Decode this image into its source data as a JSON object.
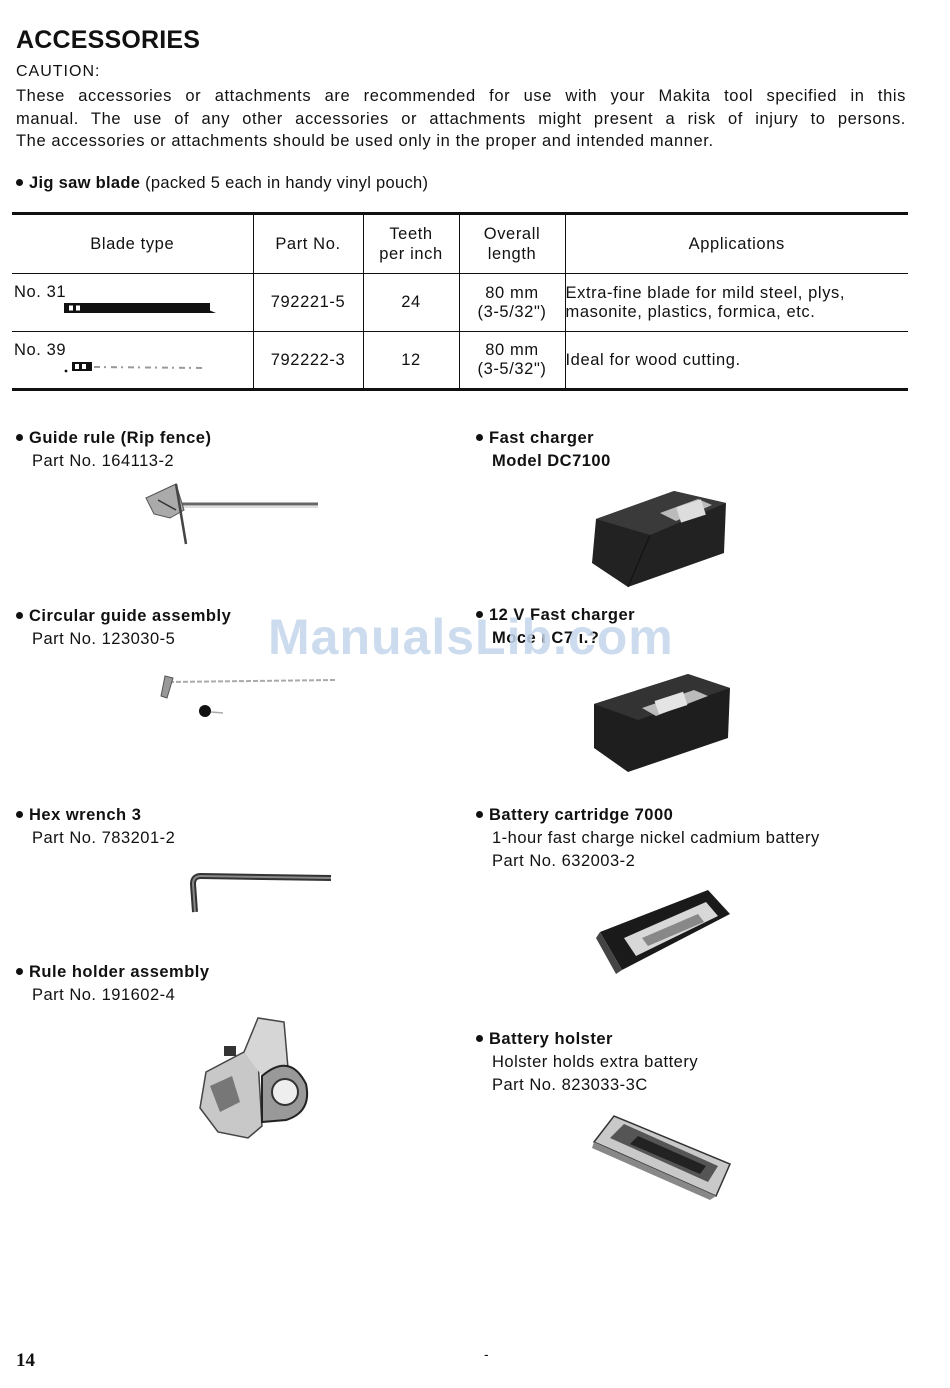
{
  "title": "ACCESSORIES",
  "caution_label": "CAUTION:",
  "caution_lines": [
    "These accessories or attachments are recommended for use with your Makita tool specified in this",
    "manual. The use of any other accessories or attachments might present a risk of injury to persons.",
    "The accessories or attachments should be used only in the proper and intended manner."
  ],
  "jigsaw": {
    "name": "Jig saw blade",
    "note": "(packed 5 each in handy vinyl pouch)"
  },
  "table": {
    "headers": {
      "blade_type": "Blade type",
      "part_no": "Part No.",
      "teeth_1": "Teeth",
      "teeth_2": "per inch",
      "overall_1": "Overall",
      "overall_2": "length",
      "applications": "Applications"
    },
    "rows": [
      {
        "blade": "No. 31",
        "part_no": "792221-5",
        "teeth": "24",
        "length_mm": "80 mm",
        "length_in": "(3-5/32\")",
        "app_1": "Extra-fine blade for mild steel, plys,",
        "app_2": "masonite, plastics, formica, etc."
      },
      {
        "blade": "No. 39",
        "part_no": "792222-3",
        "teeth": "12",
        "length_mm": "80 mm",
        "length_in": "(3-5/32\")",
        "app_1": "Ideal for wood cutting.",
        "app_2": ""
      }
    ]
  },
  "left_items": [
    {
      "name": "Guide rule (Rip fence)",
      "line2": "Part No. 164113-2"
    },
    {
      "name": "Circular guide assembly",
      "line2": "Part No. 123030-5"
    },
    {
      "name": "Hex wrench 3",
      "line2": "Part No. 783201-2"
    },
    {
      "name": "Rule holder assembly",
      "line2": "Part No. 191602-4"
    }
  ],
  "right_items": [
    {
      "name": "Fast charger",
      "line2": "Model DC7100",
      "line3": ""
    },
    {
      "name": "12 V  Fast charger",
      "line2": "Moce ι C7 ι.?",
      "line3": ""
    },
    {
      "name": "Battery cartridge  7000",
      "line2": "1-hour fast charge nickel cadmium battery",
      "line3": "Part No. 632003-2"
    },
    {
      "name": "Battery holster",
      "line2": "Holster holds extra battery",
      "line3": "Part No. 823033-3C"
    }
  ],
  "watermark": "ManualsLib.com",
  "page_number": "14",
  "footer_mark": "-"
}
